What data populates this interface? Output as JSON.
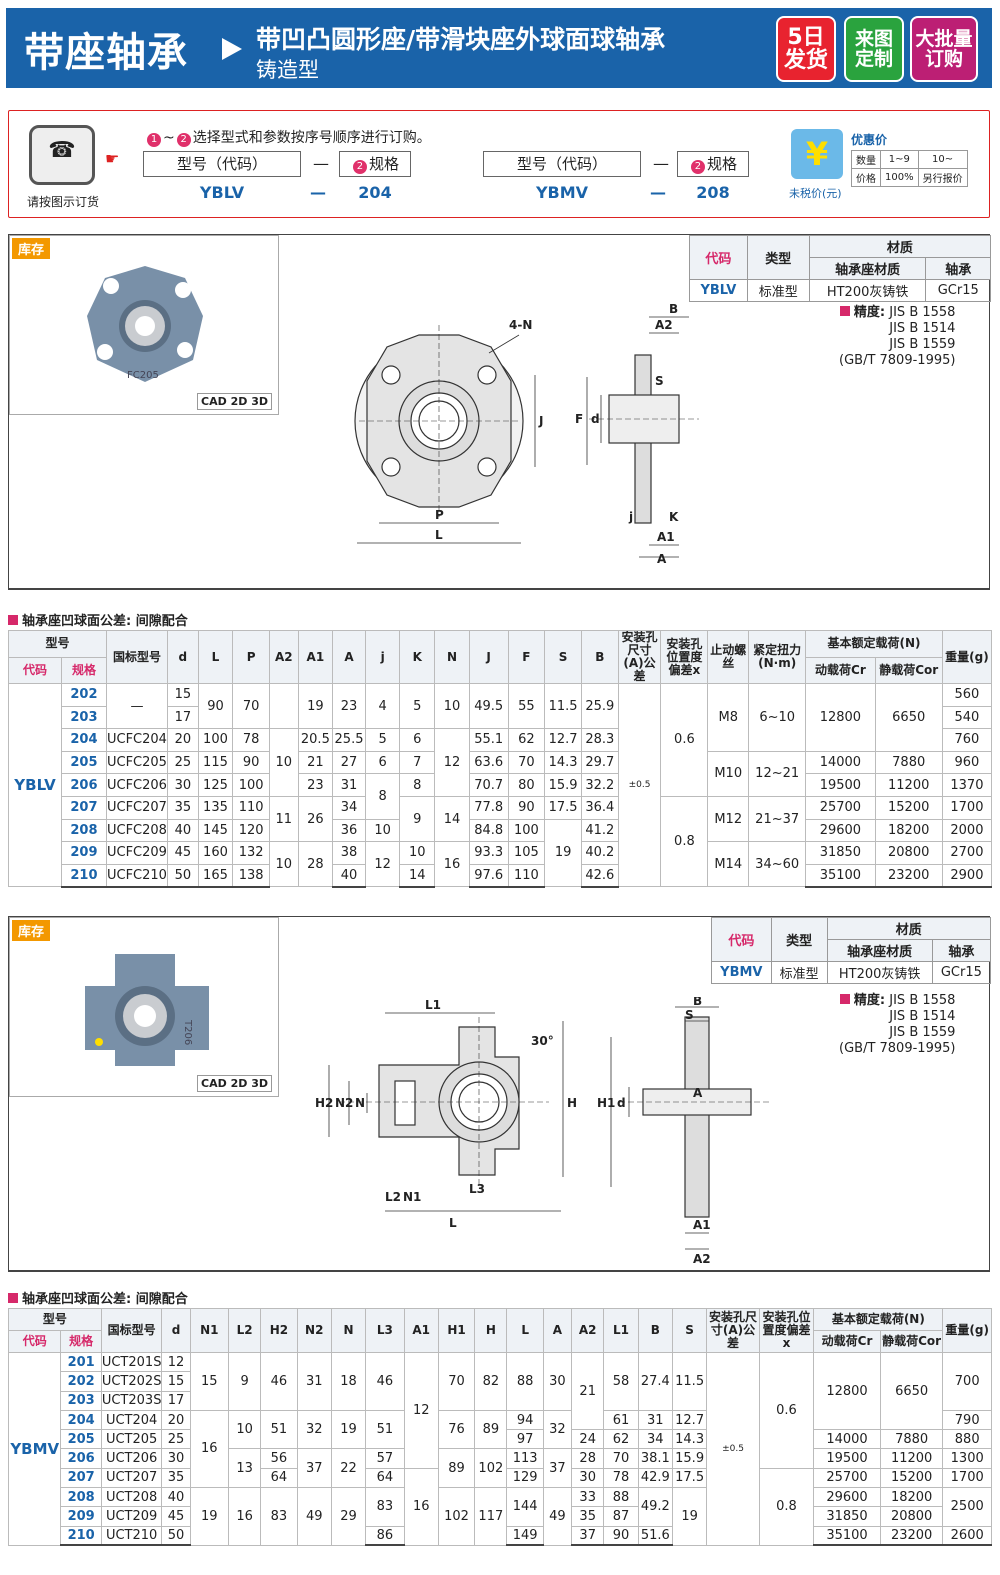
{
  "header": {
    "title": "带座轴承",
    "subtitle": "带凹凸圆形座/带滑块座外球面球轴承",
    "subtitle2": "铸造型",
    "badges": [
      "5日发货",
      "来图定制",
      "大批量订购"
    ]
  },
  "order": {
    "phone_label": "请按图示订货",
    "instruction": "选择型式和参数按序号顺序进行订购。",
    "field1": "型号（代码）",
    "field2": "规格",
    "example1": {
      "model": "YBLV",
      "size": "204"
    },
    "example2": {
      "model": "YBMV",
      "size": "208"
    },
    "dash": "—",
    "price_label": "未税价(元)",
    "discount": {
      "title": "优惠价",
      "rows": [
        [
          "数量",
          "1~9",
          "10~"
        ],
        [
          "价格",
          "100%",
          "另行报价"
        ]
      ]
    }
  },
  "panel1": {
    "stock": "库存",
    "cad": "CAD 2D 3D",
    "product_label": "FC205",
    "material": {
      "headers": [
        "代码",
        "类型",
        "材质",
        "轴承座材质",
        "轴承"
      ],
      "row": [
        "YBLV",
        "标准型",
        "HT200灰铸铁",
        "GCr15"
      ]
    },
    "precision": {
      "label": "精度:",
      "lines": [
        "JIS B 1558",
        "JIS B 1514",
        "JIS B 1559",
        "(GB/T 7809-1995)"
      ]
    },
    "dims": [
      "4-N",
      "J",
      "P",
      "L",
      "B",
      "A2",
      "S",
      "F",
      "d",
      "j",
      "K",
      "A1",
      "A"
    ]
  },
  "table1": {
    "section": "轴承座凹球面公差: 间隙配合",
    "headers": {
      "group": "型号",
      "code": "代码",
      "size": "规格",
      "gb": "国标型号",
      "cols": [
        "d",
        "L",
        "P",
        "A2",
        "A1",
        "A",
        "j",
        "K",
        "N",
        "J",
        "F",
        "S",
        "B"
      ],
      "hole": "安装孔尺寸(A)公差",
      "pos": "安装孔位置度偏差x",
      "bolt": "止动螺丝",
      "torque": "紧定扭力(N·m)",
      "load": "基本额定载荷(N)",
      "cr": "动载荷Cr",
      "cor": "静载荷Cor",
      "weight": "重量(g)"
    },
    "code": "YBLV",
    "rows": [
      [
        "202",
        "—",
        "15",
        "90",
        "70",
        "",
        "19",
        "23",
        "4",
        "5",
        "10",
        "49.5",
        "55",
        "11.5",
        "25.9",
        "",
        "",
        "M8",
        "6~10",
        "12800",
        "6650",
        "560"
      ],
      [
        "203",
        "",
        "17",
        "",
        "",
        "",
        "",
        "",
        "",
        "",
        "",
        "",
        "",
        "",
        "",
        "",
        "",
        "",
        "",
        "",
        "",
        "540"
      ],
      [
        "204",
        "UCFC204",
        "20",
        "100",
        "78",
        "10",
        "20.5",
        "25.5",
        "5",
        "6",
        "",
        "55.1",
        "62",
        "12.7",
        "28.3",
        "",
        "0.6",
        "",
        "",
        "",
        "",
        "760"
      ],
      [
        "205",
        "UCFC205",
        "25",
        "115",
        "90",
        "",
        "21",
        "27",
        "6",
        "7",
        "12",
        "63.6",
        "70",
        "14.3",
        "29.7",
        "",
        "",
        "M10",
        "12~21",
        "14000",
        "7880",
        "960"
      ],
      [
        "206",
        "UCFC206",
        "30",
        "125",
        "100",
        "",
        "23",
        "31",
        "8",
        "8",
        "",
        "70.7",
        "80",
        "15.9",
        "32.2",
        "±0.5",
        "",
        "",
        "",
        "19500",
        "11200",
        "1370"
      ],
      [
        "207",
        "UCFC207",
        "35",
        "135",
        "110",
        "11",
        "",
        "34",
        "",
        "9",
        "14",
        "77.8",
        "90",
        "17.5",
        "36.4",
        "",
        "",
        "M12",
        "21~37",
        "25700",
        "15200",
        "1700"
      ],
      [
        "208",
        "UCFC208",
        "40",
        "145",
        "120",
        "",
        "26",
        "36",
        "10",
        "",
        "",
        "84.8",
        "100",
        "",
        "41.2",
        "",
        "0.8",
        "",
        "",
        "29600",
        "18200",
        "2000"
      ],
      [
        "209",
        "UCFC209",
        "45",
        "160",
        "132",
        "10",
        "",
        "38",
        "12",
        "10",
        "16",
        "93.3",
        "105",
        "19",
        "40.2",
        "",
        "",
        "M14",
        "34~60",
        "31850",
        "20800",
        "2700"
      ],
      [
        "210",
        "UCFC210",
        "50",
        "165",
        "138",
        "",
        "28",
        "40",
        "",
        "14",
        "",
        "97.6",
        "110",
        "",
        "42.6",
        "",
        "",
        "",
        "",
        "35100",
        "23200",
        "2900"
      ]
    ]
  },
  "panel2": {
    "stock": "库存",
    "cad": "CAD 2D 3D",
    "product_label": "T206",
    "material": {
      "headers": [
        "代码",
        "类型",
        "材质",
        "轴承座材质",
        "轴承"
      ],
      "row": [
        "YBMV",
        "标准型",
        "HT200灰铸铁",
        "GCr15"
      ]
    },
    "precision": {
      "label": "精度:",
      "lines": [
        "JIS B 1558",
        "JIS B 1514",
        "JIS B 1559",
        "(GB/T 7809-1995)"
      ]
    },
    "dims": [
      "L1",
      "H2",
      "N2",
      "N",
      "L2",
      "N1",
      "L3",
      "L",
      "30°",
      "H",
      "B",
      "S",
      "H1",
      "d",
      "A",
      "A1",
      "A2"
    ]
  },
  "table2": {
    "section": "轴承座凹球面公差: 间隙配合",
    "headers": {
      "group": "型号",
      "code": "代码",
      "size": "规格",
      "gb": "国标型号",
      "cols": [
        "d",
        "N1",
        "L2",
        "H2",
        "N2",
        "N",
        "L3",
        "A1",
        "H1",
        "H",
        "L",
        "A",
        "A2",
        "L1",
        "B",
        "S"
      ],
      "hole": "安装孔尺寸(A)公差",
      "pos": "安装孔位置度偏差x",
      "load": "基本额定载荷(N)",
      "cr": "动载荷Cr",
      "cor": "静载荷Cor",
      "weight": "重量(g)"
    },
    "code": "YBMV",
    "tol": "±0.5",
    "rows": [
      [
        "201",
        "UCT201S",
        "12",
        "",
        "",
        "",
        "",
        "",
        "",
        "",
        "",
        "",
        "",
        "",
        "",
        "",
        "",
        ""
      ],
      [
        "202",
        "UCT202S",
        "15",
        "15",
        "9",
        "46",
        "31",
        "18",
        "46",
        "",
        "70",
        "82",
        "88",
        "30",
        "21",
        "58",
        "27.4",
        "11.5"
      ],
      [
        "203",
        "UCT203S",
        "17",
        "",
        "",
        "",
        "",
        "",
        "",
        "",
        "",
        "",
        "",
        "",
        "",
        "",
        "",
        ""
      ],
      [
        "204",
        "UCT204",
        "20",
        "",
        "10",
        "51",
        "32",
        "19",
        "51",
        "12",
        "76",
        "89",
        "94",
        "32",
        "",
        "61",
        "31",
        "12.7"
      ],
      [
        "205",
        "UCT205",
        "25",
        "16",
        "",
        "",
        "",
        "",
        "",
        "",
        "",
        "",
        "97",
        "",
        "24",
        "62",
        "34",
        "14.3"
      ],
      [
        "206",
        "UCT206",
        "30",
        "",
        "13",
        "56",
        "37",
        "22",
        "57",
        "",
        "89",
        "102",
        "113",
        "37",
        "28",
        "70",
        "38.1",
        "15.9"
      ],
      [
        "207",
        "UCT207",
        "35",
        "",
        "",
        "64",
        "",
        "",
        "64",
        "",
        "",
        "",
        "129",
        "",
        "30",
        "78",
        "42.9",
        "17.5"
      ],
      [
        "208",
        "UCT208",
        "40",
        "",
        "",
        "",
        "",
        "",
        "",
        "",
        "",
        "",
        "",
        "",
        "33",
        "88",
        "",
        ""
      ],
      [
        "209",
        "UCT209",
        "45",
        "19",
        "16",
        "83",
        "49",
        "29",
        "83",
        "16",
        "102",
        "117",
        "144",
        "49",
        "35",
        "87",
        "49.2",
        "19"
      ],
      [
        "210",
        "UCT210",
        "50",
        "",
        "",
        "",
        "",
        "",
        "86",
        "",
        "",
        "",
        "149",
        "",
        "37",
        "90",
        "51.6",
        ""
      ]
    ],
    "pos": [
      "0.6",
      "0.8"
    ],
    "load": [
      {
        "cr": "12800",
        "cor": "6650",
        "w": "700"
      },
      {
        "w": "790"
      },
      {
        "cr": "14000",
        "cor": "7880",
        "w": "880"
      },
      {
        "cr": "19500",
        "cor": "11200",
        "w": "1300"
      },
      {
        "cr": "25700",
        "cor": "15200",
        "w": "1700"
      },
      {
        "cr": "29600",
        "cor": "18200",
        "w": "2500"
      },
      {
        "cr": "31850",
        "cor": "20800"
      },
      {
        "cr": "35100",
        "cor": "23200",
        "w": "2600"
      }
    ]
  },
  "colors": {
    "brand_blue": "#1a63a9",
    "accent_pink": "#d6296a",
    "stock_orange": "#f39800"
  }
}
